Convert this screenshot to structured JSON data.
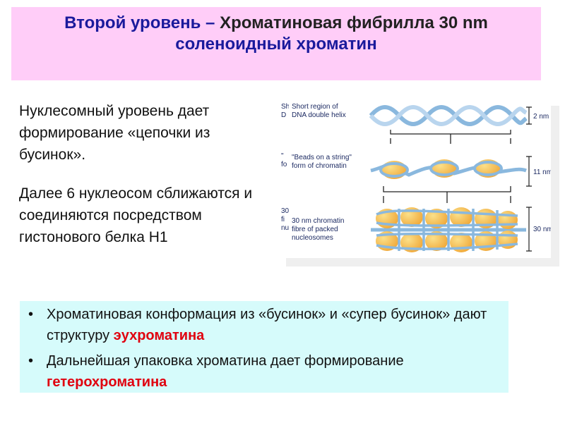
{
  "title": {
    "line1_blue": "Второй уровень – ",
    "line1_black": "Хроматиновая фибрилла 30 nm",
    "line2": "соленоидный хроматин"
  },
  "paragraphs": [
    "Нуклесомный уровень дает формирование «цепочки из бусинок».",
    "Далее 6 нуклеосом сближаются и соединяются посредством гистонового белка Н1"
  ],
  "figure": {
    "labels": {
      "helix": [
        "Short region of",
        "DNA double helix"
      ],
      "beads": [
        "\"Beads on a string\"",
        "form of chromatin"
      ],
      "fibre": [
        "30 nm chromatin",
        "fibre of packed",
        "nucleosomes"
      ]
    },
    "cut_off_labels": {
      "top": [
        "Short region of",
        "D"
      ],
      "middle": [
        "\"",
        "fo"
      ],
      "bottom": [
        "30",
        "fi",
        "nu"
      ]
    },
    "scales": [
      "2 nm",
      "11 nm",
      "30 nm"
    ]
  },
  "bullets": [
    {
      "text": "Хроматиновая конформация из «бусинок» и «супер бусинок» дают структуру ",
      "highlight": "эухроматина"
    },
    {
      "text": "Дальнейшая упаковка хроматина дает формирование ",
      "highlight": "гетерохроматина"
    }
  ],
  "colors": {
    "title_bg": "#ffcdf8",
    "title_blue": "#1a1a9c",
    "bullet_bg": "#d6fbfb",
    "highlight_red": "#e0000f",
    "dna_blue": "#8ab8de",
    "histone_orange": "#f2b13f"
  }
}
